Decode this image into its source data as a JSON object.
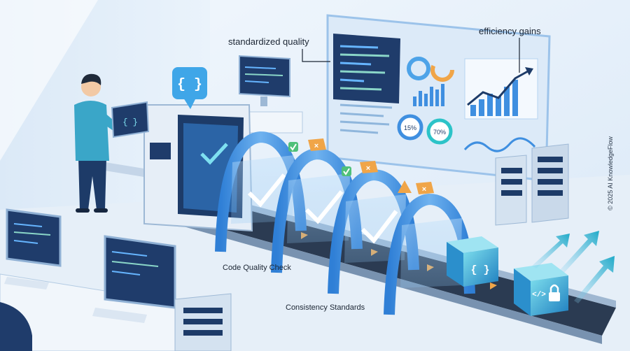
{
  "labels": {
    "standardized_quality": "standardized quality",
    "efficiency_gains": "efficiency gains",
    "code_quality_check": "Code Quality Check",
    "consistency_standards": "Consistency Standards"
  },
  "copyright": "© 2025 AI KnowledgeFlow",
  "dashboard": {
    "gauge_1": "15%",
    "gauge_2": "70%"
  },
  "icons": {
    "bubble": "{ }",
    "cube_1": "{ }",
    "cube_2": "</>"
  },
  "colors": {
    "accent_blue": "#3f8fe0",
    "teal": "#2cc3c8",
    "dark_navy": "#1d3b68",
    "check_green": "#4fc07a",
    "warning_orange": "#f0a548"
  }
}
